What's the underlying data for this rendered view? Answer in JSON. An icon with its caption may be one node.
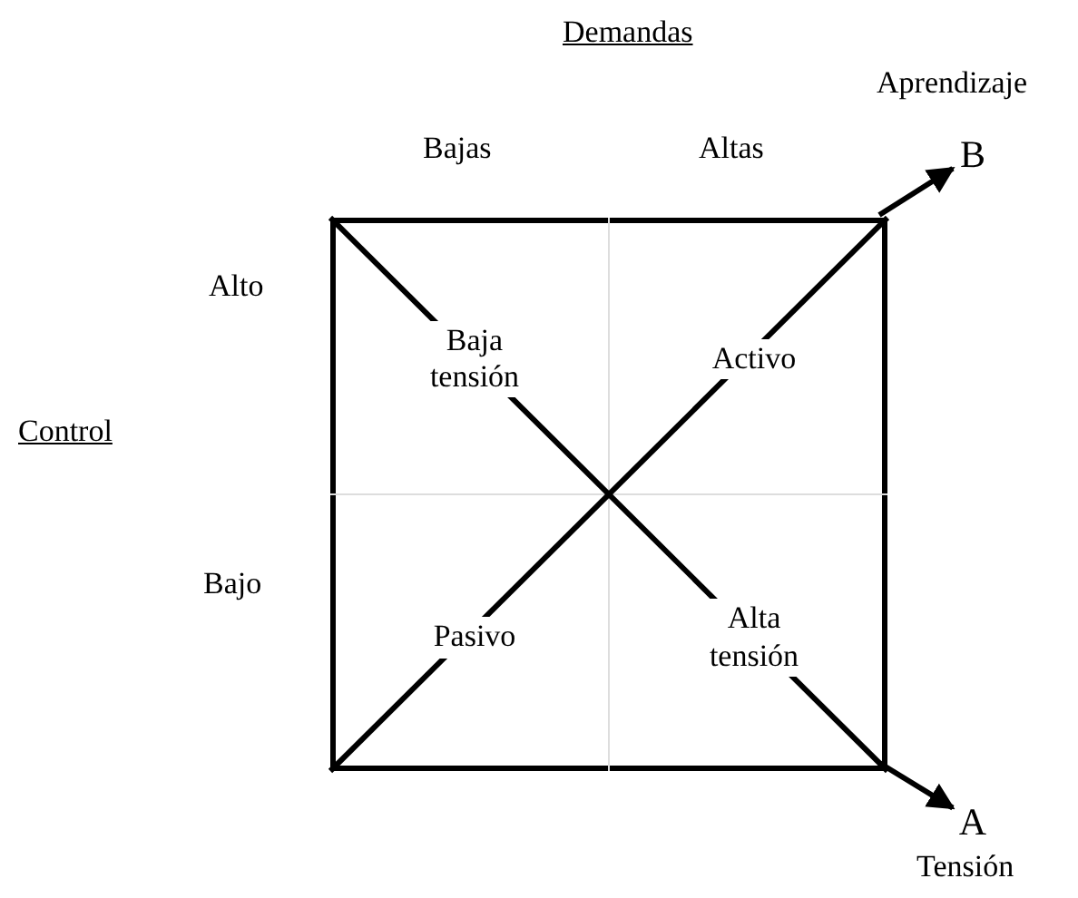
{
  "diagram": {
    "nodes": [
      {
        "text": [],
        "shape": "box"
      },
      {
        "text": [
          "Baja tensión"
        ],
        "in": 0
      },
      {
        "text": [
          "Activo"
        ],
        "in": 0
      },
      {
        "text": [
          "Pasivo"
        ],
        "in": 0
      },
      {
        "text": [
          "Alta tensión"
        ],
        "in": 0
      },
      {
        "text": [
          "A"
        ],
        "beside": [
          "Tensión"
        ]
      },
      {
        "text": [
          "B"
        ],
        "beside": [
          "Aprendizaje"
        ]
      }
    ],
    "edges": [
      {
        "from": 0,
        "to": 6,
        "arrow": "to"
      },
      {
        "from": 0,
        "to": 5,
        "arrow": "to"
      }
    ],
    "labels": [
      "Demandas",
      "Bajas",
      "Altas",
      "Control",
      "Alto",
      "Bajo"
    ]
  }
}
